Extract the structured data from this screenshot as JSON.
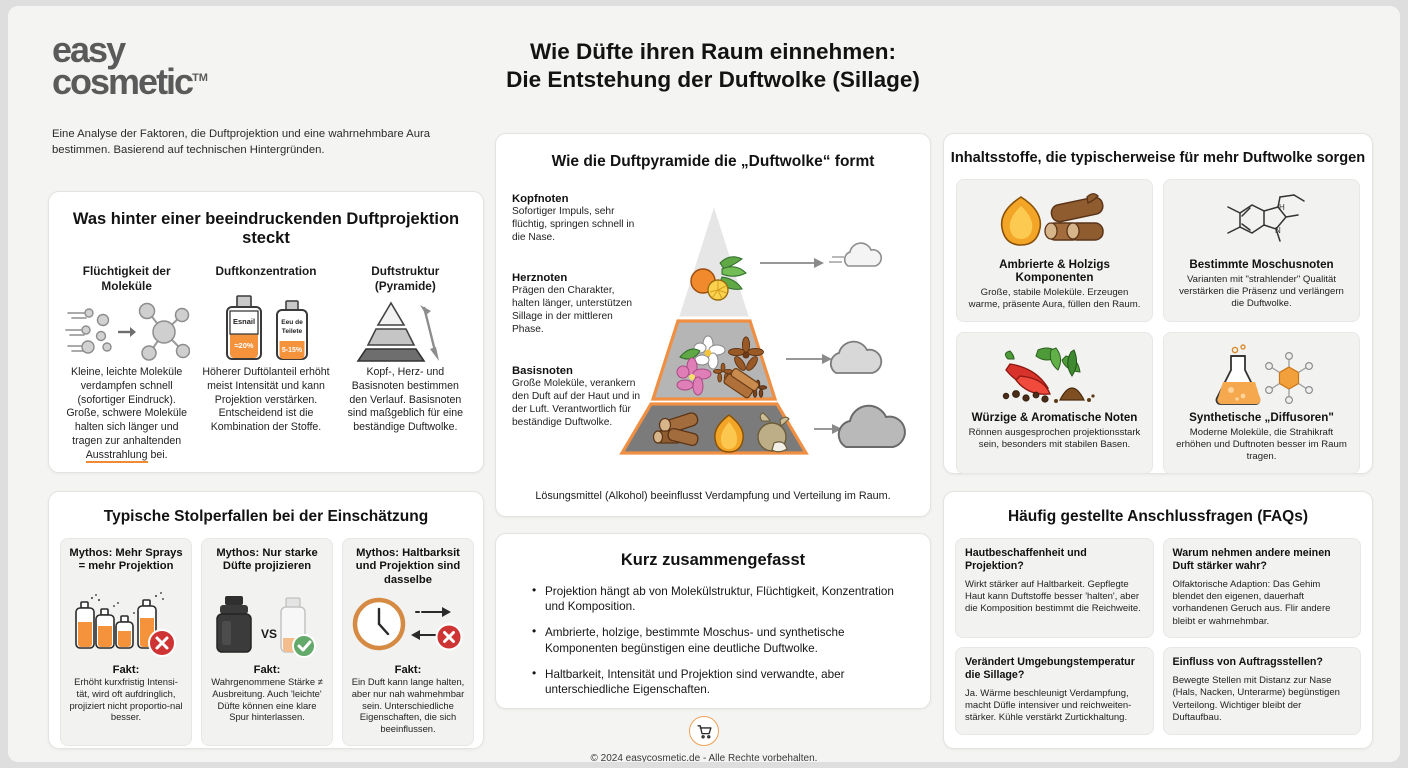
{
  "brand": {
    "line1": "easy",
    "line2": "cosmetic",
    "tm": "TM"
  },
  "tagline": "Eine Analyse der Faktoren, die Duftprojektion und eine wahrnehmbare Aura bestimmen. Basierend auf technischen Hintergründen.",
  "main_title_line1": "Wie Düfte ihren Raum einnehmen:",
  "main_title_line2": "Die Entstehung der Duftwolke (Sillage)",
  "colors": {
    "accent_orange": "#f08a33",
    "page_bg": "#f4f4f2",
    "panel_bg": "#ffffff",
    "subcard_bg": "#f2f2f0",
    "text_dark": "#121212",
    "red_badge": "#cf3434",
    "green_badge": "#63a96a"
  },
  "factors_panel": {
    "title": "Was hinter einer beeindruckenden Duftprojektion steckt",
    "columns": [
      {
        "heading_line1": "Flüchtigkeit der",
        "heading_line2": "Moleküle",
        "icon": "molecules-icon",
        "body": "Kleine, leichte Moleküle verdampfen schnell (sofortiger Eindruck). Große, schwere Moleküle halten sich länger und tragen zur anhaltenden ",
        "body_highlight": "Ausstrahlung",
        "body_tail": " bei."
      },
      {
        "heading_line1": "Duftkonzentration",
        "heading_line2": "",
        "icon": "perfume-bottles-icon",
        "bottle_left_label": "Esnail",
        "bottle_left_pct": "≈20%",
        "bottle_right_label_l1": "Eeu de",
        "bottle_right_label_l2": "Teilete",
        "bottle_right_pct": "5-15%",
        "body": "Höherer Duftölanteil erhöht meist Intensität und kann Projektion verstärken. Entscheidend ist die Kombination der Stoffe."
      },
      {
        "heading_line1": "Duftstruktur",
        "heading_line2": "(Pyramide)",
        "icon": "pyramid-arrow-icon",
        "body": "Kopf-, Herz- und Basisnoten bestimmen den Verlauf. Basisnoten sind maßgeblich für eine beständige Duftwolke."
      }
    ]
  },
  "pyramid_panel": {
    "title": "Wie die Duftpyramide die „Duftwolke“ formt",
    "notes": [
      {
        "name": "Kopfnoten",
        "text": "Sofortiger Impuls, sehr flüchtig, springen schnell in die Nase.",
        "icon": "citrus-icon",
        "cloud": "small-cloud-icon"
      },
      {
        "name": "Herznoten",
        "text": "Prägen den Charakter, halten länger, unterstützen Sillage in der mittleren Phase.",
        "icon": "flowers-spices-icon",
        "cloud": "medium-cloud-icon"
      },
      {
        "name": "Basisnoten",
        "text": "Große Moleküle, verankern den Duft auf der Haut und in der Luft. Verantwortlich für beständige Duftwolke.",
        "icon": "wood-amber-musk-icon",
        "cloud": "large-cloud-icon"
      }
    ],
    "footnote": "Lösungsmittel (Alkohol) beeinflusst Verdampfung und Verteilung im Raum."
  },
  "ingredients_panel": {
    "title": "Inhaltsstoffe, die typischerweise für mehr Duftwolke sorgen",
    "cards": [
      {
        "icon": "amber-wood-icon",
        "heading": "Ambrierte & Holzigs Komponenten",
        "body": "Große, stabile Moleküle. Erzeugen warme, präsente Aura, füllen den Raum."
      },
      {
        "icon": "musk-molecule-icon",
        "heading": "Bestimmte Moschusnoten",
        "body": "Varianten mit \"strahlender\" Qualität verstärken die Präsenz und verlängern die Duftwolke."
      },
      {
        "icon": "chili-herbs-icon",
        "heading": "Würzige & Aromatische Noten",
        "body": "Rönnen ausgesprochen projektionsstark sein, besonders mit stabilen Basen."
      },
      {
        "icon": "flask-molecule-icon",
        "heading": "Synthetische „Diffusoren\"",
        "body": "Moderne Moleküle, die Strahikraft erhöhen und Duftnoten besser im Raum tragen."
      }
    ]
  },
  "myths_panel": {
    "title": "Typische Stolperfallen bei der Einschätzung",
    "fact_label": "Fakt:",
    "vs_label": "VS",
    "cards": [
      {
        "myth": "Mythos: Mehr Sprays = mehr Projektion",
        "icon": "spray-bottles-cross-icon",
        "fact": "Erhöht kurxfristig Intensi-tät, wird oft aufdringlich, projiziert nicht proportio-nal besser."
      },
      {
        "myth": "Mythos: Nur starke Düfte projizieren",
        "icon": "dark-vs-light-bottle-icon",
        "fact": "Wahrgenommene Stärke ≠ Ausbreitung. Auch 'leichte' Düfte können eine klare Spur hinterlassen."
      },
      {
        "myth": "Mythos: Haltbarksit und Projektion sind dasselbe",
        "icon": "clock-arrows-cross-icon",
        "fact": "Ein Duft kann lange halten, aber nur nah wahmehmbar sein. Unterschiedliche Eigenschaften, die sich beeinflussen."
      }
    ]
  },
  "summary_panel": {
    "title": "Kurz zusammengefasst",
    "bullets": [
      "Projektion hängt ab von Molekülstruktur, Flüchtigkeit, Konzentration und Komposition.",
      "Ambrierte, holzige, bestimmte Moschus- und synthetische Komponenten begünstigen eine deutliche Duftwolke.",
      "Haltbarkeit, Intensität und Projektion sind verwandte, aber unterschiedliche Eigenschaften."
    ]
  },
  "faq_panel": {
    "title": "Häufig gestellte Anschlussfragen (FAQs)",
    "items": [
      {
        "question": "Hautbeschaffenheit und Projektion?",
        "answer": "Wirkt stärker auf Haltbarkeit. Gepflegte Haut kann Duftstoffe besser 'halten', aber die Komposition bestimmt die Reichweite."
      },
      {
        "question": "Warum nehmen andere meinen Duft stärker wahr?",
        "answer": "Olfaktorische Adaption: Das Gehim blendet den eigenen, dauerhaft vorhandenen Geruch aus. Flir andere bleibt er wahrnehmbar."
      },
      {
        "question": "Verändert Umgebungstemperatur die Sillage?",
        "answer": "Ja. Wärme beschleunigt Verdampfung, macht Düfle intensiver und reichweiten-stärker. Kühle verstärkt Zurtickhaltung."
      },
      {
        "question": "Einfluss von Auftragsstellen?",
        "answer": "Bewegte Stellen mit Distanz zur Nase (Hals, Nacken, Unterarme) begünstigen Verteilong. Wichtiger bleibt der Duftaufbau."
      }
    ]
  },
  "footer": {
    "cart_icon": "shopping-cart-icon",
    "copyright": "© 2024 easycosmetic.de - Alle Rechte vorbehalten."
  }
}
